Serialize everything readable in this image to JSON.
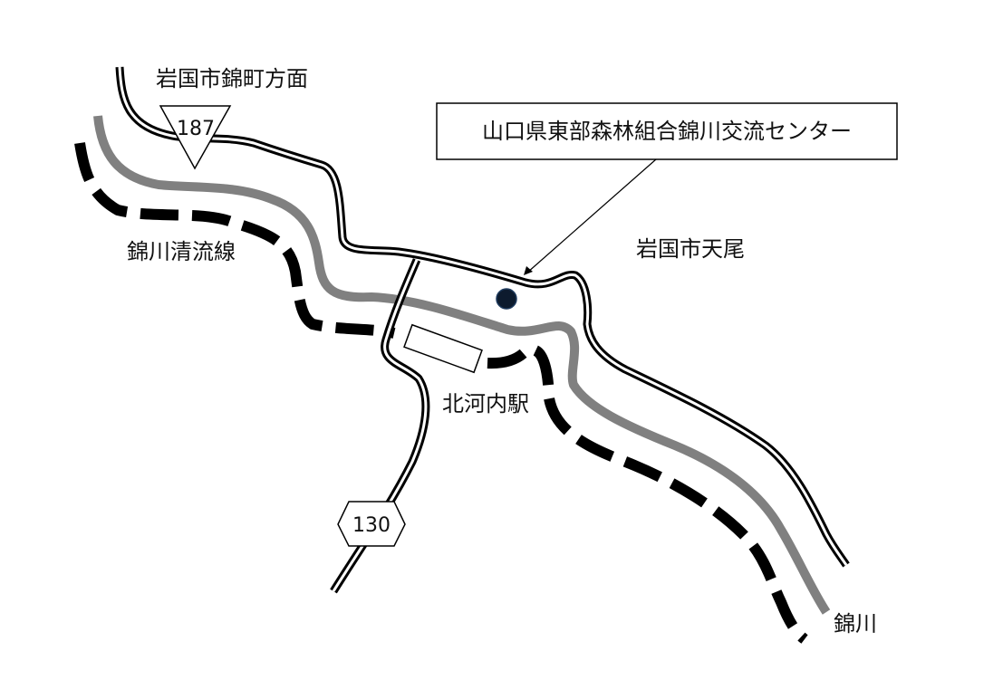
{
  "colors": {
    "background": "#ffffff",
    "ink": "#000000",
    "river": "#808080",
    "facility_marker": "#0d1b2e"
  },
  "labels": {
    "north_direction": "岩国市錦町方面",
    "area": "岩国市天尾",
    "railway": "錦川清流線",
    "station": "北河内駅",
    "river": "錦川"
  },
  "route_signs": {
    "route_187": "187",
    "route_130": "130"
  },
  "callout": {
    "facility_name": "山口県東部森林組合錦川交流センター"
  },
  "icons": {
    "facility": "location-dot-icon",
    "route_187_shape": "inverted-triangle",
    "route_130_shape": "hexagon"
  }
}
